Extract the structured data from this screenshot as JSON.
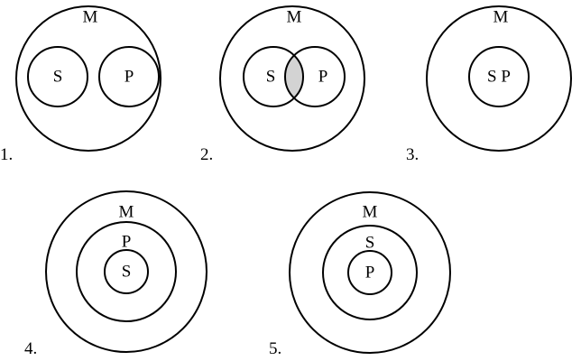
{
  "colors": {
    "stroke": "#000000",
    "shaded": "#d3d3d3",
    "background": "#ffffff"
  },
  "figures": [
    {
      "number": "1.",
      "outer": "M",
      "left": "S",
      "right": "P"
    },
    {
      "number": "2.",
      "outer": "M",
      "left": "S",
      "right": "P"
    },
    {
      "number": "3.",
      "outer": "M",
      "inner": "S P"
    },
    {
      "number": "4.",
      "outer": "M",
      "middle": "P",
      "inner": "S"
    },
    {
      "number": "5.",
      "outer": "M",
      "middle": "S",
      "inner": "P"
    }
  ]
}
